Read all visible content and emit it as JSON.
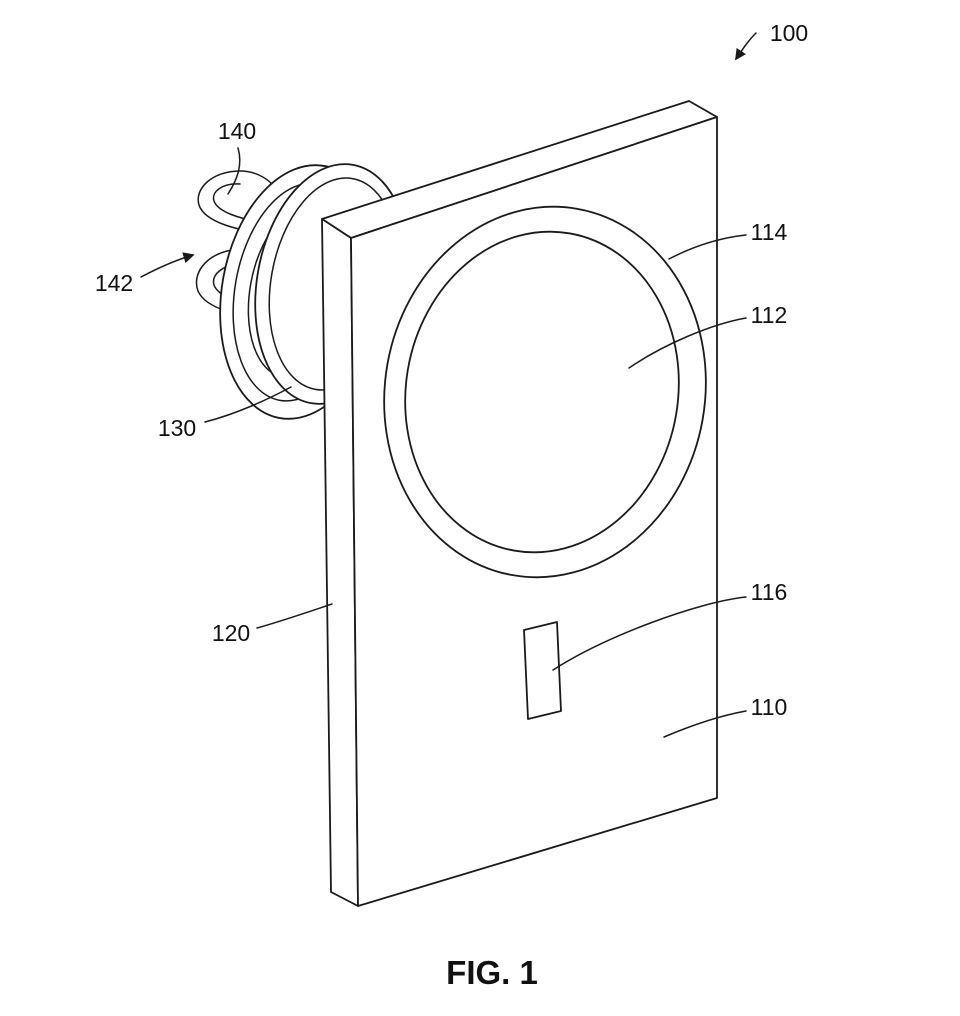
{
  "figure": {
    "caption": "FIG. 1",
    "labels": {
      "l100": {
        "text": "100"
      },
      "l140": {
        "text": "140"
      },
      "l142": {
        "text": "142"
      },
      "l130": {
        "text": "130"
      },
      "l120": {
        "text": "120"
      },
      "l114": {
        "text": "114"
      },
      "l112": {
        "text": "112"
      },
      "l116": {
        "text": "116"
      },
      "l110": {
        "text": "110"
      }
    }
  }
}
